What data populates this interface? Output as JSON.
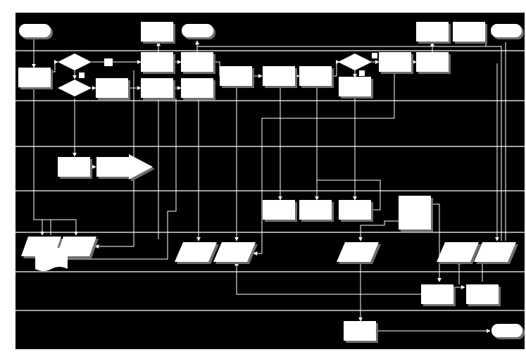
{
  "diagram": {
    "type": "swimlane-flowchart",
    "lanes": [
      {
        "id": "lane-1"
      },
      {
        "id": "lane-2"
      },
      {
        "id": "lane-3"
      },
      {
        "id": "lane-4"
      },
      {
        "id": "lane-5"
      },
      {
        "id": "lane-6"
      },
      {
        "id": "lane-7"
      }
    ],
    "colors": {
      "background": "#000000",
      "frame": "#ffffff",
      "lane_divider": "#ffffff",
      "shape_fill": "#ffffff",
      "shadow": "#6f6f6f",
      "connector": "#ffffff"
    }
  }
}
